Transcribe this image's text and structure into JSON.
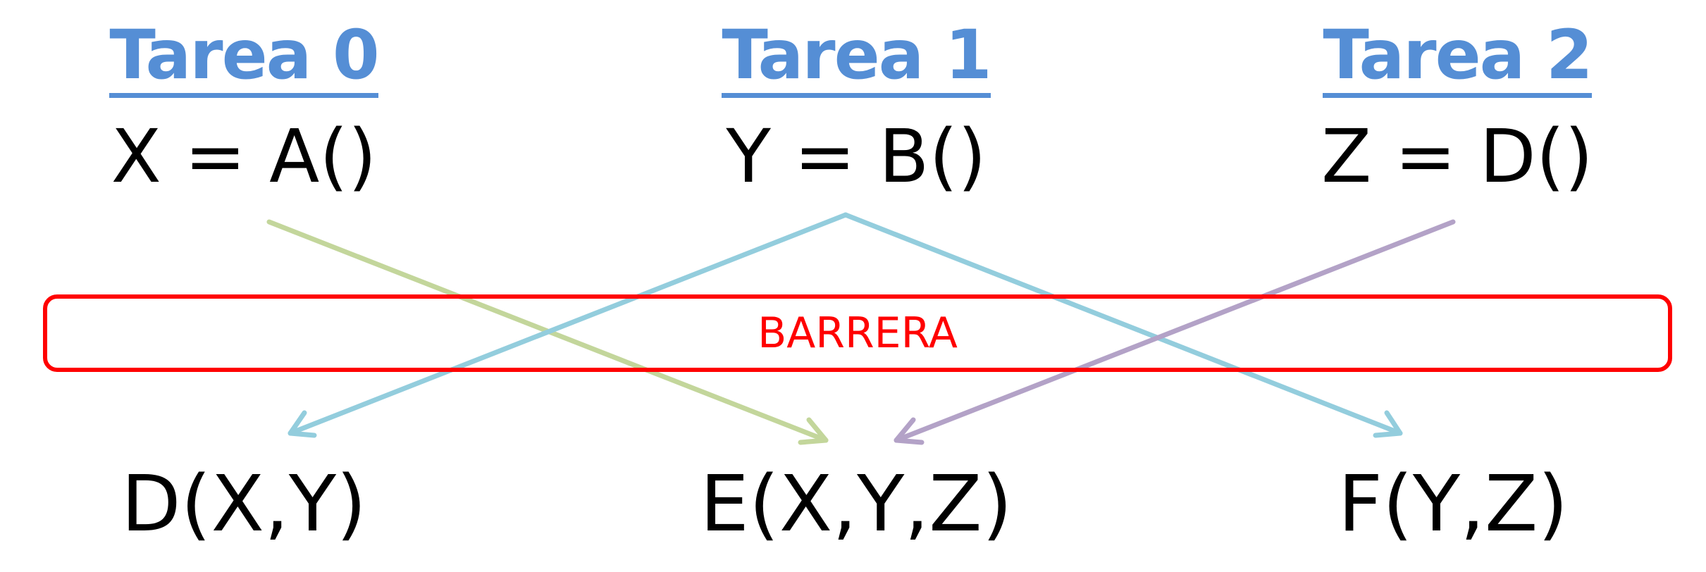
{
  "tasks": [
    {
      "title": "Tarea 0",
      "expression": "X = A()"
    },
    {
      "title": "Tarea 1",
      "expression": "Y = B()"
    },
    {
      "title": "Tarea 2",
      "expression": "Z = D()"
    }
  ],
  "barrier": {
    "label": "BARRERA"
  },
  "results": [
    "D(X,Y)",
    "E(X,Y,Z)",
    "F(Y,Z)"
  ],
  "colors": {
    "title": "#558ed5",
    "barrier": "#ff0000",
    "arrow_task0": "#c3d69b",
    "arrow_task1": "#93cddd",
    "arrow_task2": "#b3a2c7"
  }
}
